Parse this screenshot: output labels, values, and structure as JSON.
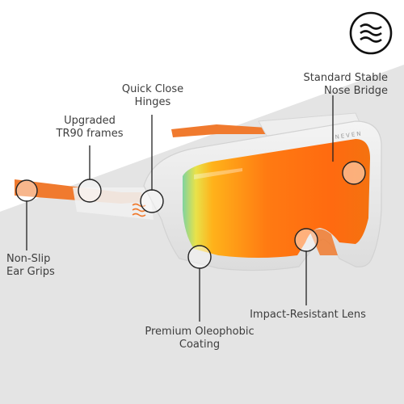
{
  "brand": {
    "logo_icon": "wave-lines-icon",
    "frame_text": "NEVEN"
  },
  "colors": {
    "accent_orange": "#f07a2e",
    "background_gray": "#e3e3e3",
    "line": "#222222"
  },
  "callouts": [
    {
      "id": "ear-grips",
      "lines": [
        "Non-Slip",
        "Ear Grips"
      ]
    },
    {
      "id": "frames",
      "lines": [
        "Upgraded",
        "TR90 frames"
      ]
    },
    {
      "id": "hinges",
      "lines": [
        "Quick Close",
        "Hinges"
      ]
    },
    {
      "id": "nose-bridge",
      "lines": [
        "Standard Stable",
        "Nose Bridge"
      ]
    },
    {
      "id": "lens",
      "lines": [
        "Impact-Resistant Lens"
      ]
    },
    {
      "id": "coating",
      "lines": [
        "Premium Oleophobic",
        "Coating"
      ]
    }
  ]
}
